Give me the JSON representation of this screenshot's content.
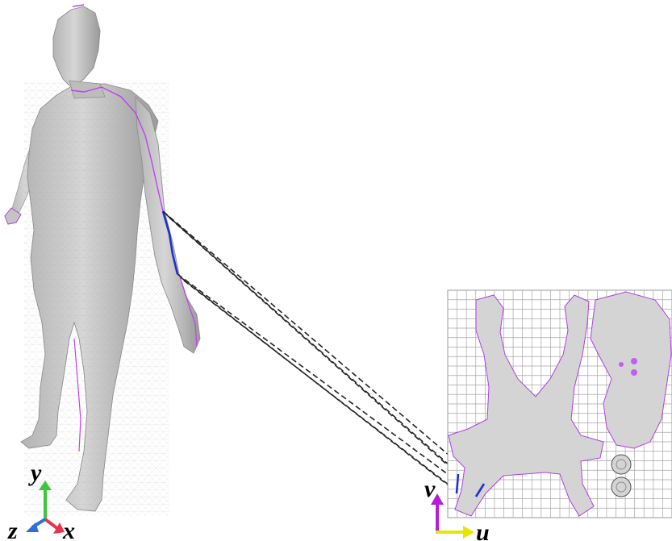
{
  "axes3d": {
    "x_label": "x",
    "y_label": "y",
    "z_label": "z",
    "x_color": "#e8334a",
    "y_color": "#3cc63c",
    "z_color": "#2d6fe0"
  },
  "uv_axes": {
    "u_label": "u",
    "v_label": "v",
    "u_color": "#e6e600",
    "v_color": "#b41ed6"
  },
  "colors": {
    "mesh_fill": "#c8c8c8",
    "mesh_shadow": "#8c8c8c",
    "seam": "#c040f0",
    "highlight_edge": "#1f2fd6",
    "grid": "#9a9a9a",
    "uv_island": "#d2d2d2",
    "connector": "#222222"
  }
}
